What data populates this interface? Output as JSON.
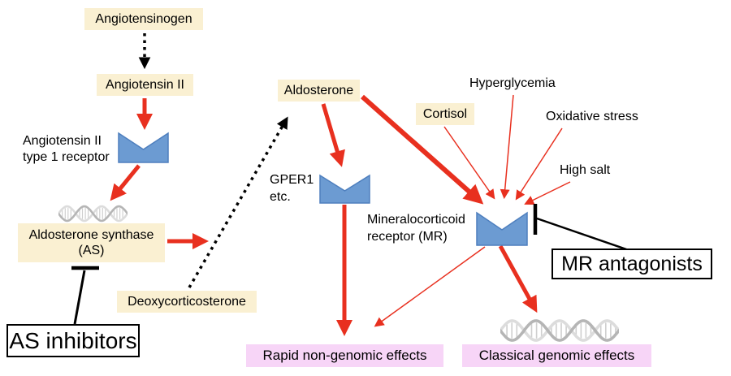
{
  "diagram": {
    "colors": {
      "substrate_box": "#FAF0D2",
      "effect_box": "#F7D5F7",
      "receptor_fill": "#6C9BD2",
      "receptor_stroke": "#4E7FBE",
      "arrow_red": "#E8301F",
      "line_black": "#000000",
      "dna_gray": "#BEBEBE"
    },
    "nodes": {
      "angiotensinogen": {
        "label": "Angiotensinogen"
      },
      "angiotensin_ii": {
        "label": "Angiotensin II"
      },
      "at1_receptor": {
        "line1": "Angiotensin II",
        "line2": "type 1 receptor"
      },
      "aldosterone_synthase": {
        "line1": "Aldosterone synthase",
        "line2": "(AS)"
      },
      "as_inhibitors": {
        "label": "AS inhibitors"
      },
      "deoxycorticosterone": {
        "label": "Deoxycorticosterone"
      },
      "aldosterone": {
        "label": "Aldosterone"
      },
      "gper1": {
        "line1": "GPER1",
        "line2": "etc."
      },
      "cortisol": {
        "label": "Cortisol"
      },
      "hyperglycemia": {
        "label": "Hyperglycemia"
      },
      "oxidative_stress": {
        "label": "Oxidative stress"
      },
      "high_salt": {
        "label": "High salt"
      },
      "mr": {
        "line1": "Mineralocorticoid",
        "line2": "receptor (MR)"
      },
      "mr_antagonists": {
        "label": "MR antagonists"
      },
      "rapid_effects": {
        "label": "Rapid non-genomic effects"
      },
      "classical_effects": {
        "label": "Classical genomic effects"
      }
    },
    "edges": [
      {
        "from": "Angiotensinogen",
        "to": "Angiotensin II",
        "style": "dashed-black-arrow"
      },
      {
        "from": "Angiotensin II",
        "to": "Angiotensin II type 1 receptor",
        "style": "red-thick-arrow"
      },
      {
        "from": "Angiotensin II type 1 receptor",
        "to": "Aldosterone synthase (AS)",
        "style": "red-thick-arrow"
      },
      {
        "from": "Aldosterone synthase (AS)",
        "to": "Deoxycorticosterone→Aldosterone pathway",
        "style": "red-thick-arrow"
      },
      {
        "from": "Deoxycorticosterone",
        "to": "Aldosterone",
        "style": "dashed-black-arrow"
      },
      {
        "from": "AS inhibitors",
        "to": "Aldosterone synthase (AS)",
        "style": "black-inhibition-bar"
      },
      {
        "from": "Aldosterone",
        "to": "GPER1 etc.",
        "style": "red-thick-arrow"
      },
      {
        "from": "Aldosterone",
        "to": "Mineralocorticoid receptor (MR)",
        "style": "red-thick-arrow"
      },
      {
        "from": "GPER1 etc.",
        "to": "Rapid non-genomic effects",
        "style": "red-thick-arrow"
      },
      {
        "from": "Cortisol",
        "to": "Mineralocorticoid receptor (MR)",
        "style": "red-thin-arrow"
      },
      {
        "from": "Hyperglycemia",
        "to": "Mineralocorticoid receptor (MR)",
        "style": "red-thin-arrow"
      },
      {
        "from": "Oxidative stress",
        "to": "Mineralocorticoid receptor (MR)",
        "style": "red-thin-arrow"
      },
      {
        "from": "High salt",
        "to": "Mineralocorticoid receptor (MR)",
        "style": "red-thin-arrow"
      },
      {
        "from": "MR antagonists",
        "to": "Mineralocorticoid receptor (MR)",
        "style": "black-inhibition-bar"
      },
      {
        "from": "Mineralocorticoid receptor (MR)",
        "to": "Classical genomic effects",
        "style": "red-thick-arrow"
      },
      {
        "from": "Mineralocorticoid receptor (MR)",
        "to": "Rapid non-genomic effects",
        "style": "red-thin-arrow"
      }
    ]
  }
}
